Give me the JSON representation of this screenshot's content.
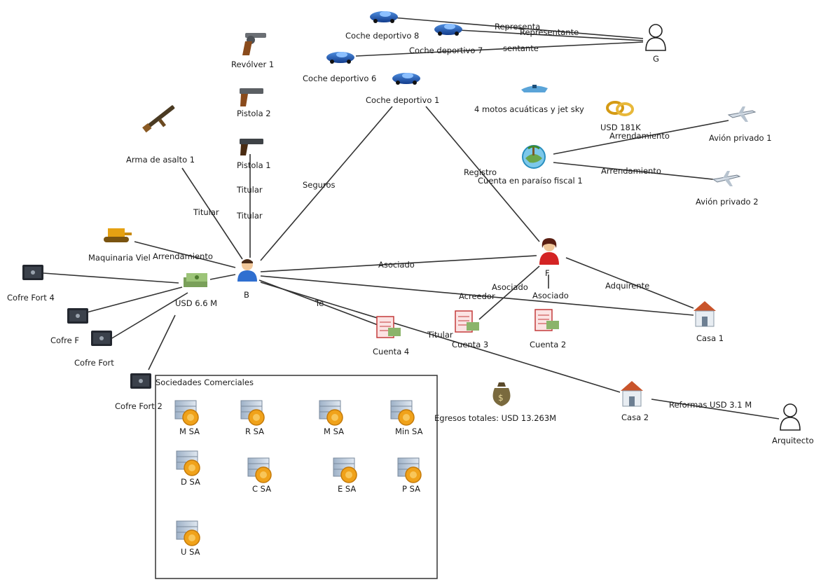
{
  "nodes": {
    "revolver": "Revólver 1",
    "pistola2": "Pistola 2",
    "pistola1": "Pistola 1",
    "arma": "Arma de asalto 1",
    "maquinaria": "Maquinaria Viel",
    "cofre4": "Cofre Fort 4",
    "cofref": "Cofre F",
    "cofrefort": "Cofre Fort",
    "cofre2": "Cofre Fort 2",
    "usd66": "USD 6.6 M",
    "b": "B",
    "coche8": "Coche deportivo 8",
    "coche7": "Coche deportivo 7",
    "coche6": "Coche deportivo 6",
    "coche1": "Coche deportivo 1",
    "g": "G",
    "motos": "4 motos acuáticas y jet sky",
    "usd181": "USD 181K",
    "paraiso": "Cuenta en paraíso fiscal 1",
    "avion1": "Avión privado 1",
    "avion2": "Avión privado 2",
    "f": "F",
    "cuenta4": "Cuenta 4",
    "cuenta3": "Cuenta 3",
    "cuenta2": "Cuenta 2",
    "casa1": "Casa 1",
    "casa2": "Casa 2",
    "arquitecto": "Arquitecto",
    "egresos": "Egresos totales: USD 13.263M"
  },
  "edge_labels": {
    "representa": "Representa",
    "representante1": "Representante",
    "representante2": "sentante",
    "titular_arma": "Titular",
    "titular_p1": "Titular",
    "titular_p2": "Titular",
    "seguros": "Seguros",
    "registro": "Registro",
    "arrendamiento_maq": "Arrendamiento",
    "arrendamiento_av1": "Arrendamiento",
    "arrendamiento_av2": "Arrendamiento",
    "asociado_bf": "Asociado",
    "asociado_c3": "Asociado",
    "asociado_c2": "Asociado",
    "acreedor": "Acreedor",
    "adquirente": "Adquirente",
    "te": "Te",
    "titular_c3": "Titular",
    "reformas": "Reformas USD 3.1 M"
  },
  "box_title": "Sociedades Comerciales",
  "companies": [
    "M SA",
    "R SA",
    "M SA",
    "Min SA",
    "D SA",
    "C SA",
    "E SA",
    "P SA",
    "U SA"
  ]
}
